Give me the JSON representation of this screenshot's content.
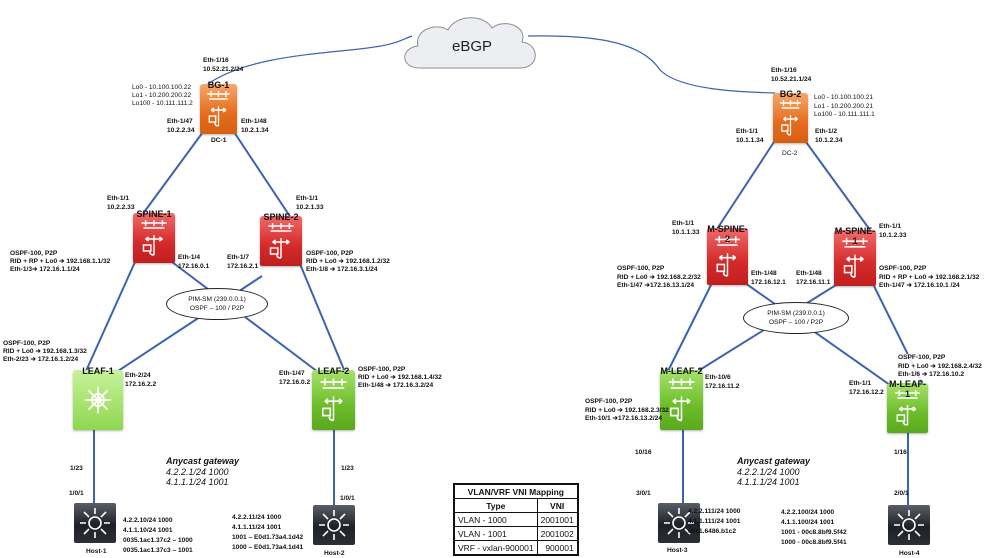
{
  "cloud": {
    "label": "eBGP",
    "icon": "cloud-icon"
  },
  "colors": {
    "link": "#3a63b0",
    "border_gateway": "#e46c1c",
    "spine": "#d42a2a",
    "leaf": "#6cbd2a",
    "host": "#1e2128"
  },
  "dc1": {
    "bg": {
      "name": "BG-1",
      "site": "DC-1",
      "uplink": [
        "Eth-1/16",
        "10.52.21.2/24"
      ],
      "loopbacks": [
        "Lo0 - 10.100.100.22",
        "Lo1 - 10.200.200.22",
        "Lo100 - 10.111.111.2"
      ],
      "left_if": [
        "Eth-1/47",
        "10.2.2.34"
      ],
      "right_if": [
        "Eth-1/48",
        "10.2.1.34"
      ]
    },
    "spine1": {
      "name": "SPINE-1",
      "up_if": [
        "Eth-1/1",
        "10.2.2.33"
      ],
      "ospf": [
        "OSPF-100, P2P",
        "RID + RP + Lo0 ➔ 192.168.1.1/32",
        "Eth-1/3➔ 172.16.1.1/24"
      ],
      "down_if": [
        "Eth-1/4",
        "172.16.0.1"
      ]
    },
    "spine2": {
      "name": "SPINE-2",
      "up_if": [
        "Eth-1/1",
        "10.2.1.33"
      ],
      "ospf": [
        "OSPF-100, P2P",
        "RID  + Lo0 ➔ 192.168.1.2/32",
        "Eth-1/8 ➔ 172.16.3.1/24"
      ],
      "down_if": [
        "Eth-1/7",
        "172.16.2.1"
      ]
    },
    "underlay": [
      "PIM-SM (239.0.0.1)",
      "OSPF – 100 / P2P"
    ],
    "leaf1": {
      "name": "LEAF-1",
      "ospf": [
        "OSPF-100, P2P",
        "RID + Lo0 ➔ 192.168.1.3/32",
        "Eth-2/23 ➔ 172.16.1.2/24"
      ],
      "up_if": [
        "Eth-2/24",
        "172.16.2.2"
      ],
      "host_port": "1/23"
    },
    "leaf2": {
      "name": "LEAF-2",
      "ospf": [
        "OSPF-100, P2P",
        "RID + Lo0 ➔ 192.168.1.4/32",
        "Eth-1/48 ➔ 172.16.3.2/24"
      ],
      "up_if": [
        "Eth-1/47",
        "172.16.0.2"
      ],
      "host_port": "1/23"
    },
    "anycast": [
      "Anycast gateway",
      "4.2.2.1/24 1000",
      "4.1.1.1/24 1001"
    ],
    "host1": {
      "name": "Host-1",
      "port": "1/0/1",
      "info": [
        "4.2.2.10/24 1000",
        "4.1.1.10/24 1001",
        "0035.1ac1.37c2 – 1000",
        "0035.1ac1.37c3 – 1001"
      ]
    },
    "host2": {
      "name": "Host-2",
      "port": "1/0/1",
      "info": [
        "4.2.2.11/24 1000",
        "4.1.1.11/24 1001",
        "1001 – E0d1.73a4.1d42",
        "1000 – E0d1.73a4.1d41"
      ]
    }
  },
  "dc2": {
    "bg": {
      "name": "BG-2",
      "site": "DC-2",
      "uplink": [
        "Eth-1/16",
        "10.52.21.1/24"
      ],
      "loopbacks": [
        "Lo0 - 10.100.100.21",
        "Lo1 - 10.200.200.21",
        "Lo100 - 10.111.111.1"
      ],
      "left_if": [
        "Eth-1/1",
        "10.1.1.34"
      ],
      "right_if": [
        "Eth-1/2",
        "10.1.2.34"
      ]
    },
    "spine2": {
      "name": "M-SPINE-2",
      "up_if": [
        "Eth-1/1",
        "10.1.1.33"
      ],
      "ospf": [
        "OSPF-100, P2P",
        "RID + Lo0 ➔ 192.168.2.2/32",
        "Eth-1/47 ➔172.16.13.1/24"
      ],
      "down_if": [
        "Eth-1/48",
        "172.16.12.1"
      ]
    },
    "spine1": {
      "name": "M-SPINE-1",
      "up_if": [
        "Eth-1/1",
        "10.1.2.33"
      ],
      "ospf": [
        "OSPF-100, P2P",
        "RID + RP + Lo0 ➔ 192.168.2.1/32",
        "Eth-1/47 ➔ 172.16.10.1 /24"
      ],
      "down_if": [
        "Eth-1/48",
        "172.16.11.1"
      ]
    },
    "underlay": [
      "PIM-SM (239.0.0.1)",
      "OSPF – 100 / P2P"
    ],
    "leaf2": {
      "name": "M-LEAF-2",
      "ospf": [
        "OSPF-100, P2P",
        "RID + Lo0 ➔ 192.168.2.3/32",
        "Eth-10/1 ➔172.16.13.2/24"
      ],
      "up_if": [
        "Eth-10/6",
        "172.16.11.2"
      ],
      "host_port": "10/16"
    },
    "leaf1": {
      "name": "M-LEAF-1",
      "ospf": [
        "OSPF-100, P2P",
        "RID + Lo0 ➔ 192.168.2.4/32",
        "Eth-1/6 ➔ 172.16.10.2"
      ],
      "up_if": [
        "Eth-1/1",
        "172.16.12.2"
      ],
      "host_port": "1/16"
    },
    "anycast": [
      "Anycast gateway",
      "4.2.2.1/24 1000",
      "4.1.1.1/24 1001"
    ],
    "host3": {
      "name": "Host-3",
      "port": "3/0/1",
      "info": [
        "4.2.2.111/24 1000",
        "4.1.1.111/24 1001",
        "00c1.6486.b1c2"
      ]
    },
    "host4": {
      "name": "Host-4",
      "port": "2/0/1",
      "info": [
        "4.2.2.100/24 1000",
        "4.1.1.100/24 1001",
        "1001 - 00c8.8bf9.5f42",
        "1000 - 00c8.8bf9.5f41"
      ]
    }
  },
  "vni_table": {
    "title": "VLAN/VRF VNI Mapping",
    "headers": [
      "Type",
      "VNI"
    ],
    "rows": [
      [
        "VLAN - 1000",
        "2001001"
      ],
      [
        "VLAN - 1001",
        "2001002"
      ],
      [
        "VRF - vxlan-900001",
        "900001"
      ]
    ]
  }
}
